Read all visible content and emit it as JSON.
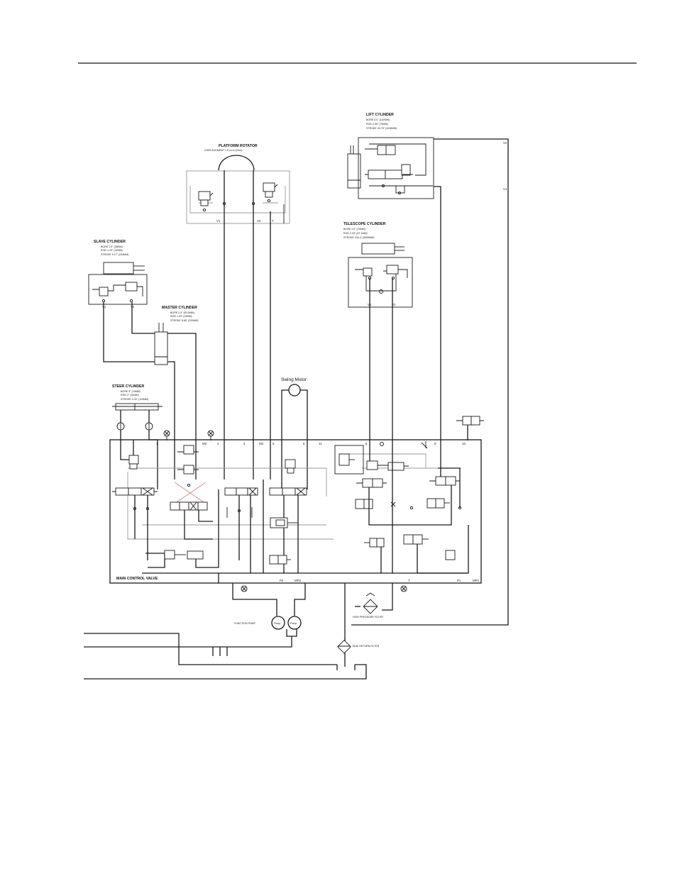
{
  "labels": {
    "platform_rotator": "PLATFORM ROTATOR",
    "platform_rotator_sub": "DISPLACEMENT 1.5 cu in (24cc)",
    "lift_cylinder": "LIFT CYLINDER",
    "lift_bore": "BORE 5.0\" (152MM)",
    "lift_rod": "ROD 2.95\" (75MM)",
    "lift_stroke": "STROKE 40.75\" (1035MM)",
    "telescope_cylinder": "TELESCOPE CYLINDER",
    "tele_bore": "BORE 3.0\" (76MM)",
    "tele_rod": "ROD 2.25\" (57.1MM)",
    "tele_stroke": "STROKE 234.4\" (5955MM)",
    "slave_cylinder": "SLAVE CYLINDER",
    "slave_bore": "BORE 1.5\" (38MM)",
    "slave_rod": "ROD 1.25\" (32MM)",
    "slave_stroke": "STROKE 9.17\" (233MM)",
    "master_cylinder": "MASTER CYLINDER",
    "master_bore": "BORE 2.5\" (63.5MM)",
    "master_rod": "ROD 1.25\" (32MM)",
    "master_stroke": "STROKE 8.65\" (220MM)",
    "steer_cylinder": "STEER CYLINDER",
    "steer_bore": "BORE 3\" (76MM)",
    "steer_rod": "ROD 2\" (51MM)",
    "steer_stroke": "STROKE 4.33\" (110MM)",
    "swing_motor": "Swing Motor",
    "main_control_valve": "MAIN CONTROL VALVE",
    "function_pump": "FUNCTION PUMP",
    "high_pressure_filter": "HIGH PRESSURE FILTER",
    "tank_return_filter": "TANK RETURN FILTER",
    "pump_left": "Pump",
    "pump_right": "Pump"
  },
  "ports": {
    "rotator_v1": "V1",
    "rotator_v2": "V2",
    "rotator_t": "T",
    "lift_v2": "V2",
    "lift_v1": "V1",
    "tele_v1": "V1",
    "tele_v2": "V2",
    "slave_v1": "V1",
    "slave_v2": "V2",
    "mcv_1": "1",
    "mcv_m3": "M3",
    "mcv_4": "4",
    "mcv_3": "3",
    "mcv_m2": "M2",
    "mcv_5": "5",
    "mcv_6": "6",
    "mcv_11": "11",
    "mcv_8": "8",
    "mcv_9": "9",
    "mcv_10": "10",
    "mcv_p2": "P2",
    "mcv_mp2": "MP2",
    "mcv_t": "T",
    "mcv_p1": "P1",
    "mcv_mp1": "MP1"
  }
}
